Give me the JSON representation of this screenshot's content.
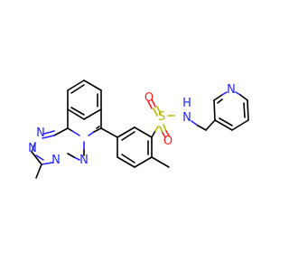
{
  "molecule": {
    "atoms": {
      "n_triazole_top": {
        "text": "N",
        "color": "#2222ff"
      },
      "n_triazole_left": {
        "text": "N",
        "color": "#2222ff"
      },
      "n_bridge": {
        "text": "N",
        "color": "#2222ff"
      },
      "n_pyridazine": {
        "text": "N",
        "color": "#2222ff"
      },
      "sulfur": {
        "text": "S",
        "color": "#b8b800"
      },
      "oxygen_top": {
        "text": "O",
        "color": "#ff2020"
      },
      "oxygen_bottom": {
        "text": "O",
        "color": "#ff2020"
      },
      "n_sulfonamide": {
        "text": "N",
        "color": "#2222ff"
      },
      "h_sulfonamide": {
        "text": "H",
        "color": "#2222ff"
      },
      "n_pyridine": {
        "text": "N",
        "color": "#2222ff"
      }
    }
  }
}
